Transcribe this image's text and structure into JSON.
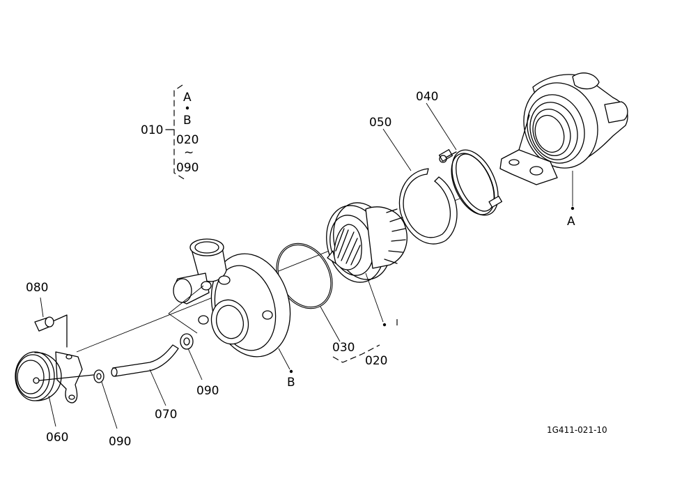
{
  "legend": {
    "assembly": "010",
    "items": [
      "A",
      "B",
      "020",
      "090"
    ],
    "range_mark": "~"
  },
  "labels": {
    "p040": "040",
    "p050": "050",
    "p080": "080",
    "p060": "060",
    "p090a": "090",
    "p070": "070",
    "p090b": "090",
    "p030": "030",
    "p020": "020",
    "refA": "A",
    "refB": "B"
  },
  "drawing_code": "1G411-021-10"
}
